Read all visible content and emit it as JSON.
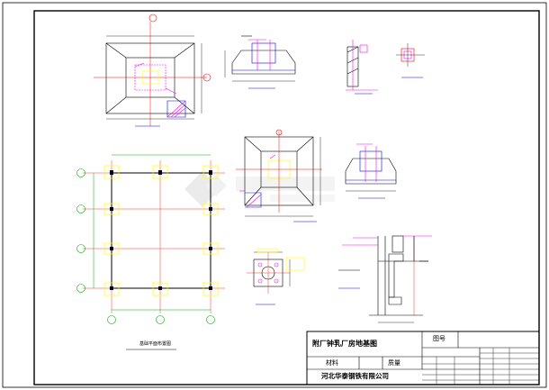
{
  "title_block": {
    "drawing_title": "附厂钟乳厂房地基图",
    "drawing_no_label": "图号",
    "material_label": "材料",
    "weight_label": "质量",
    "company": "河北华泰钢铁有限公司"
  },
  "captions": {
    "plan_view": "基础平面布置图"
  },
  "colors": {
    "line": "#000000",
    "frame": "#000000",
    "magenta": "#ff00ff",
    "yellow": "#ffff00",
    "red": "#ff0000",
    "blue": "#0000ff",
    "green": "#00aa00",
    "cyan": "#00c8c8",
    "watermark": "#dcdcdc"
  }
}
